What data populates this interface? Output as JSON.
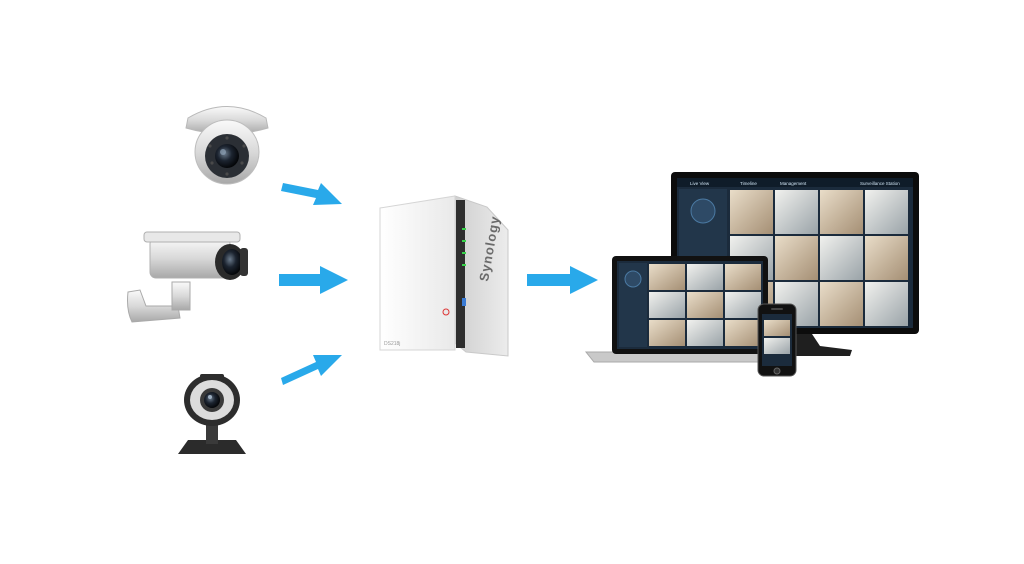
{
  "diagram": {
    "sources": [
      {
        "device": "dome-camera",
        "icon": "dome-camera-icon"
      },
      {
        "device": "bullet-camera",
        "icon": "bullet-camera-icon"
      },
      {
        "device": "webcam",
        "icon": "webcam-icon"
      }
    ],
    "hub": {
      "device": "nas-server",
      "icon": "nas-icon",
      "brand": "Synology",
      "model": "DS218j"
    },
    "viewers": [
      {
        "device": "desktop-monitor",
        "icon": "monitor-icon"
      },
      {
        "device": "laptop",
        "icon": "laptop-icon"
      },
      {
        "device": "smartphone",
        "icon": "phone-icon"
      }
    ],
    "monitor_ui": {
      "menu": [
        "Live View",
        "Timeline",
        "Management"
      ],
      "user": "Surveillance Station"
    },
    "colors": {
      "arrow": "#29a9ea",
      "camera_body": "#e6e6e6",
      "nas_body": "#f4f4f4",
      "screen_dark": "#1b2b3c",
      "led_green": "#37d14a"
    }
  }
}
